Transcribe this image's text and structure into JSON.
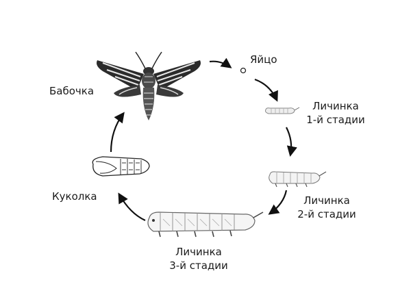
{
  "stages": {
    "egg": "Яйцо",
    "larva1_line1": "Личинка",
    "larva1_line2": "1-й стадии",
    "larva2_line1": "Личинка",
    "larva2_line2": "2-й стадии",
    "larva3_line1": "Личинка",
    "larva3_line2": "3-й стадии",
    "pupa": "Куколка",
    "butterfly": "Бабочка"
  }
}
